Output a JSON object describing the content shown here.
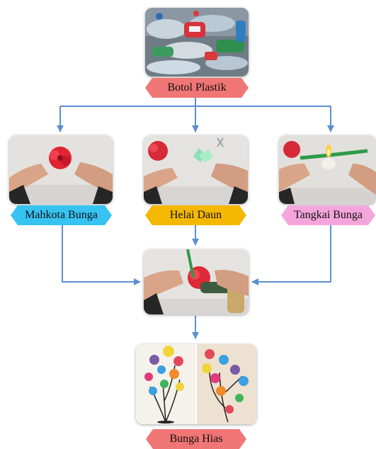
{
  "nodes": {
    "source": {
      "label": "Botol Plastik",
      "color": "#f07575",
      "photo": "plastic-bottles-photo"
    },
    "crown": {
      "label": "Mahkota Bunga",
      "color": "#36c3f2",
      "photo": "hands-forming-red-flower-photo"
    },
    "leaf": {
      "label": "Helai Daun",
      "color": "#f5b800",
      "photo": "cutting-green-leaf-photo"
    },
    "stem": {
      "label": "Tangkai Bunga",
      "color": "#f4a6dc",
      "photo": "heating-green-stem-candle-photo"
    },
    "assembly": {
      "photo": "glue-gun-assembly-photo"
    },
    "result": {
      "label": "Bunga Hias",
      "color": "#f07575",
      "photo": "decorative-flower-bouquets-photo"
    }
  },
  "connector_color": "#5b8fd0"
}
